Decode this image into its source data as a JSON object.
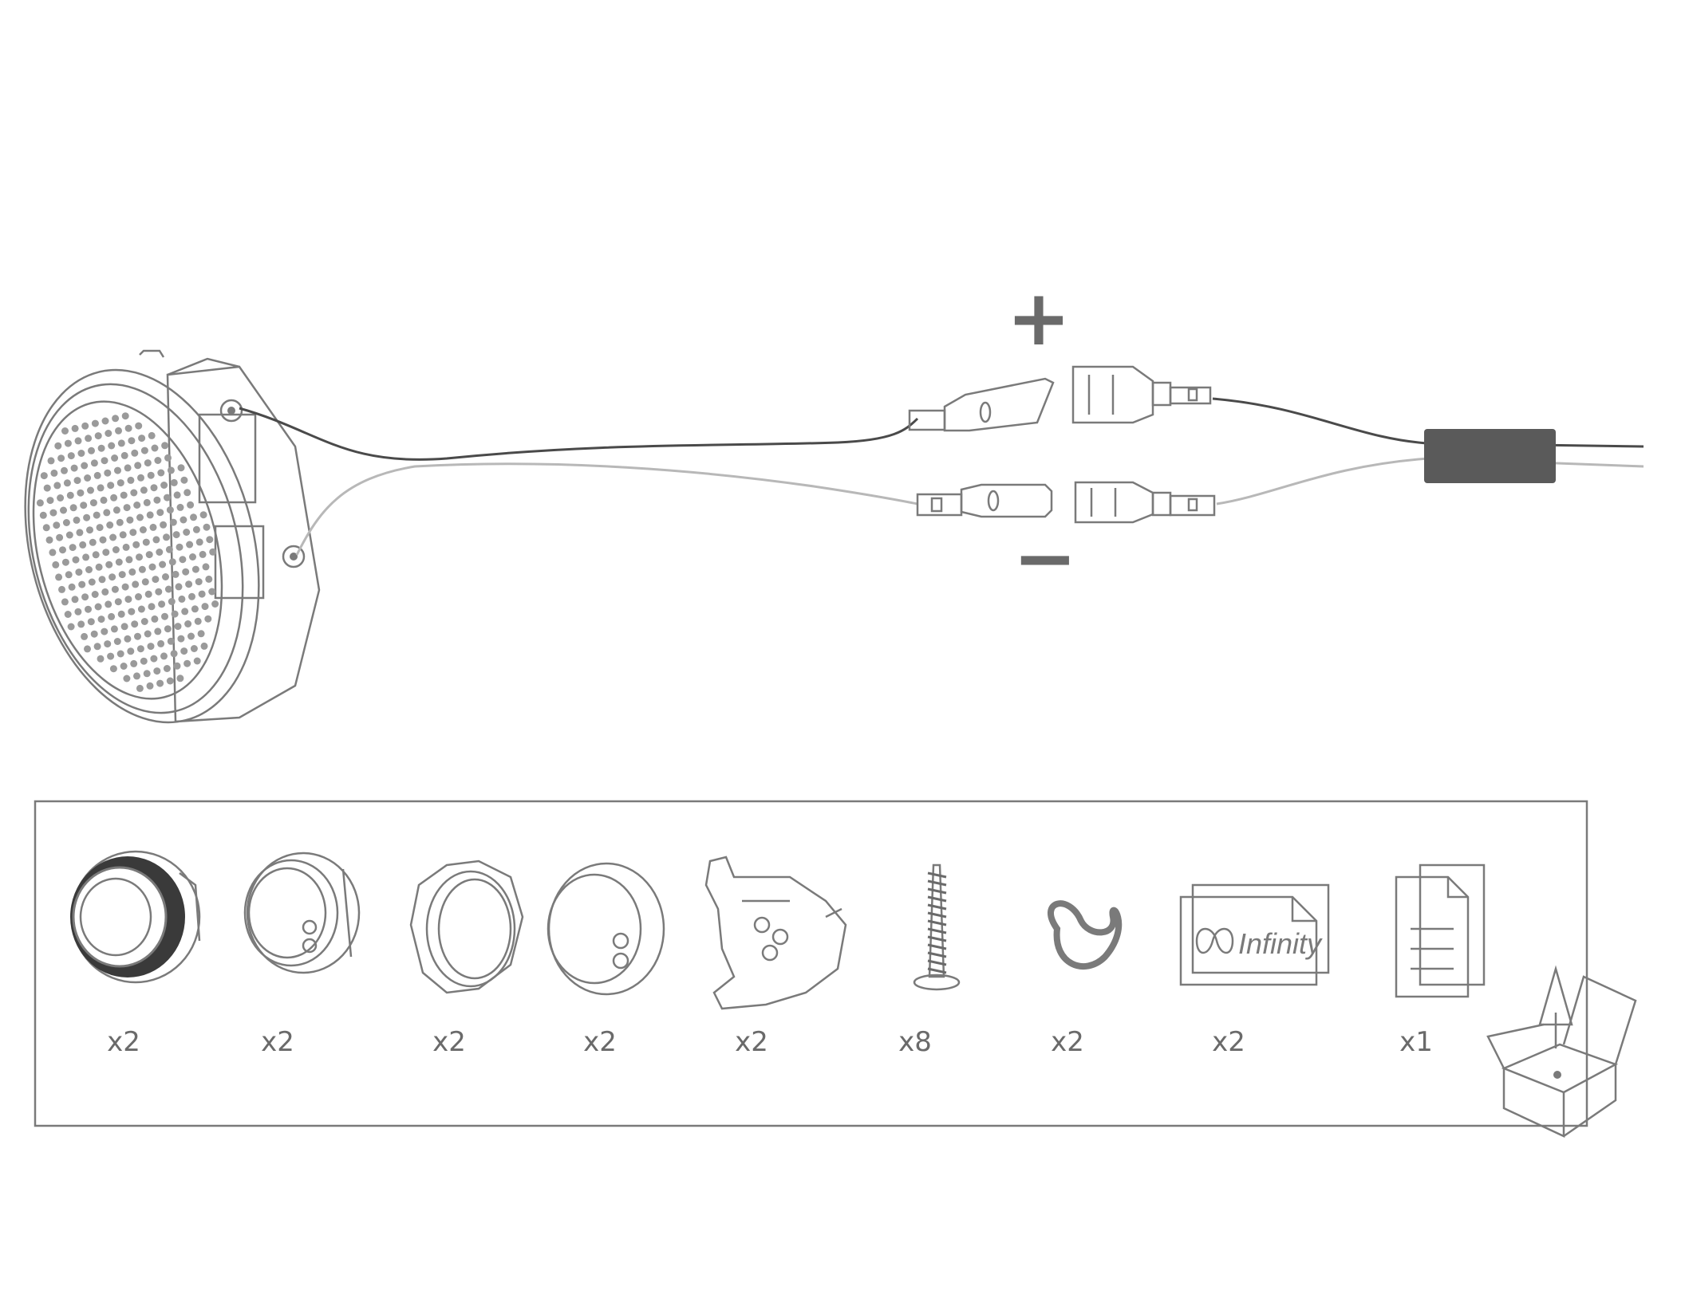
{
  "wiring": {
    "positive_sign": "+",
    "negative_sign": "−",
    "wire_colors": {
      "positive": "#3c3c3c",
      "negative": "#b8b8b8"
    }
  },
  "contents": {
    "brand_logo_text": "Infinity",
    "items": [
      {
        "name": "tweeter",
        "quantity": "x2"
      },
      {
        "name": "surface-mount-cup",
        "quantity": "x2"
      },
      {
        "name": "threaded-ring",
        "quantity": "x2"
      },
      {
        "name": "flush-mount-cup",
        "quantity": "x2"
      },
      {
        "name": "angle-mount-bracket",
        "quantity": "x2"
      },
      {
        "name": "screw",
        "quantity": "x8"
      },
      {
        "name": "cable-tie",
        "quantity": "x2"
      },
      {
        "name": "infinity-badge",
        "quantity": "x2"
      },
      {
        "name": "manual-document",
        "quantity": "x1"
      }
    ]
  }
}
